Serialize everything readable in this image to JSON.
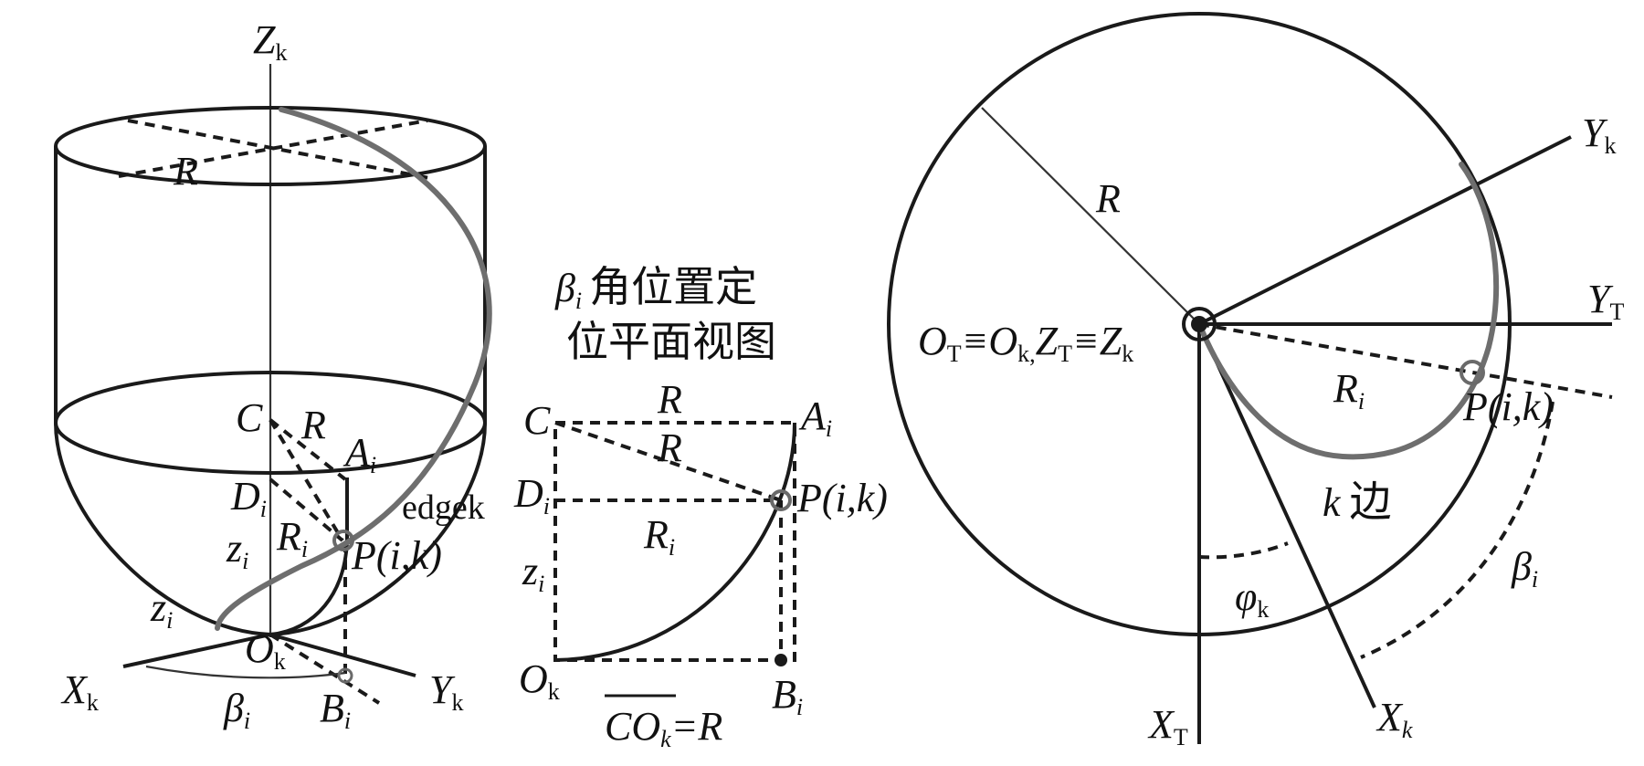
{
  "left_view": {
    "axis_z": "Z",
    "axis_z_sub": "k",
    "axis_x": "X",
    "axis_x_sub": "k",
    "axis_y": "Y",
    "axis_y_sub": "k",
    "radius_top": "R",
    "point_c": "C",
    "radius_r": "R",
    "point_a": "A",
    "point_a_sub": "i",
    "point_d": "D",
    "point_d_sub": "i",
    "radius_ri": "R",
    "radius_ri_sub": "i",
    "edge_label": "edgek",
    "height_z": "z",
    "height_z_sub": "i",
    "height_z2": "z",
    "height_z2_sub": "i",
    "point_p": "P(i,k)",
    "origin": "O",
    "origin_sub": "k",
    "angle_beta": "β",
    "angle_beta_sub": "i",
    "point_b": "B",
    "point_b_sub": "i"
  },
  "middle_view": {
    "title_line1_symbol": "β",
    "title_line1_sub": "i",
    "title_line1_text": "角位置定",
    "title_line2": "位平面视图",
    "point_c": "C",
    "radius_top": "R",
    "point_a": "A",
    "point_a_sub": "i",
    "radius_diag": "R",
    "point_d": "D",
    "point_d_sub": "i",
    "point_p": "P(i,k)",
    "radius_ri": "R",
    "radius_ri_sub": "i",
    "height_z": "z",
    "height_z_sub": "i",
    "origin": "O",
    "origin_sub": "k",
    "point_b": "B",
    "point_b_sub": "i",
    "equation_co": "CO",
    "equation_sub": "k",
    "equation_rhs": "=R"
  },
  "right_view": {
    "radius": "R",
    "axis_yk": "Y",
    "axis_yk_sub": "k",
    "axis_yt": "Y",
    "axis_yt_sub": "T",
    "origin_label_1": "O",
    "origin_label_1_sub": "T",
    "origin_label_eq1": "≡",
    "origin_label_2": "O",
    "origin_label_2_sub": "k,",
    "origin_label_3": "Z",
    "origin_label_3_sub": "T",
    "origin_label_eq2": "≡",
    "origin_label_4": "Z",
    "origin_label_4_sub": "k",
    "radius_ri": "R",
    "radius_ri_sub": "i",
    "point_p": "P(i,k)",
    "edge_k_var": "k",
    "edge_k_text": "边",
    "angle_beta": "β",
    "angle_beta_sub": "i",
    "angle_phi": "φ",
    "angle_phi_sub": "k",
    "axis_xt": "X",
    "axis_xt_sub": "T",
    "axis_xk": "X",
    "axis_xk_sub": "k"
  }
}
